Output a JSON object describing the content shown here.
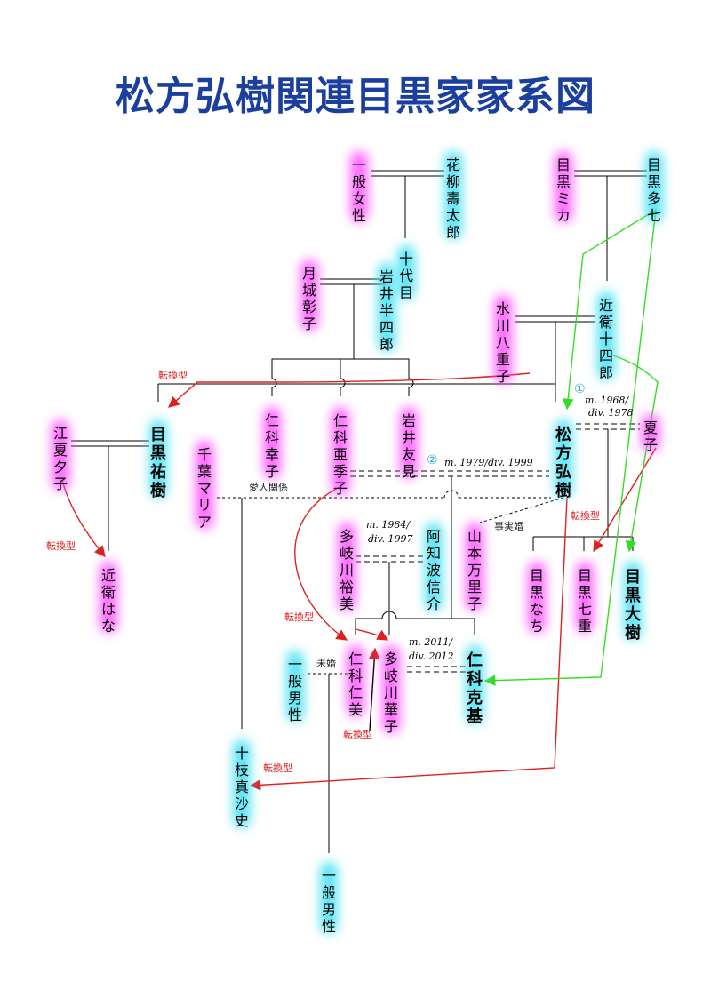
{
  "title": "松方弘樹関連目黒家家系図",
  "colors": {
    "title": "#1a3f9e",
    "female_glow": "#ff4dff",
    "male_glow": "#3ce0f2",
    "red_arrow": "#e02020",
    "green_arrow": "#33dd22"
  },
  "people": {
    "ippan_josei": "一般女性",
    "hanayagi": "花柳壽太郎",
    "meguro_mika": "目黒ミカ",
    "meguro_tashichi": "目黒多七",
    "tsukishiro": "月城彰子",
    "iwai_hanshiro": "十代目岩井半四郎",
    "mizukawa": "水川八重子",
    "konoe_jushiro": "近衛十四郎",
    "e_natsuko": "江夏夕子",
    "meguro_yuki": "目黒祐樹",
    "nishina_sachiko": "仁科幸子",
    "nishina_akiko": "仁科亜季子",
    "iwai_tomomi": "岩井友見",
    "matsukata": "松方弘樹",
    "natsuko": "夏子",
    "chiba_maria": "千葉マリア",
    "takigawa_yumi": "多岐川裕美",
    "achiba": "阿知波信介",
    "yamamoto": "山本万里子",
    "meguro_nachi": "目黒なち",
    "meguro_nanae": "目黒七重",
    "meguro_daiki": "目黒大樹",
    "konoe_hana": "近衛はな",
    "ippan_dansei_1": "一般男性",
    "nishina_hitomi": "仁科仁美",
    "takigawa_hanako": "多岐川華子",
    "nishina_katsuki": "仁科克基",
    "toeda": "十枝真沙史",
    "ippan_dansei_2": "一般男性"
  },
  "annotations": {
    "tenkan": "転換型",
    "aijin": "愛人関係",
    "jijitsukon": "事実婚",
    "mikon": "未婚",
    "marriage_1_num": "①",
    "marriage_1_m": "m. 1968/",
    "marriage_1_div": "div. 1978",
    "marriage_2_num": "②",
    "marriage_2": "m. 1979/div. 1999",
    "takigawa_m": "m. 1984/",
    "takigawa_div": "div. 1997",
    "katsuki_m": "m. 2011/",
    "katsuki_div": "div. 2012"
  }
}
